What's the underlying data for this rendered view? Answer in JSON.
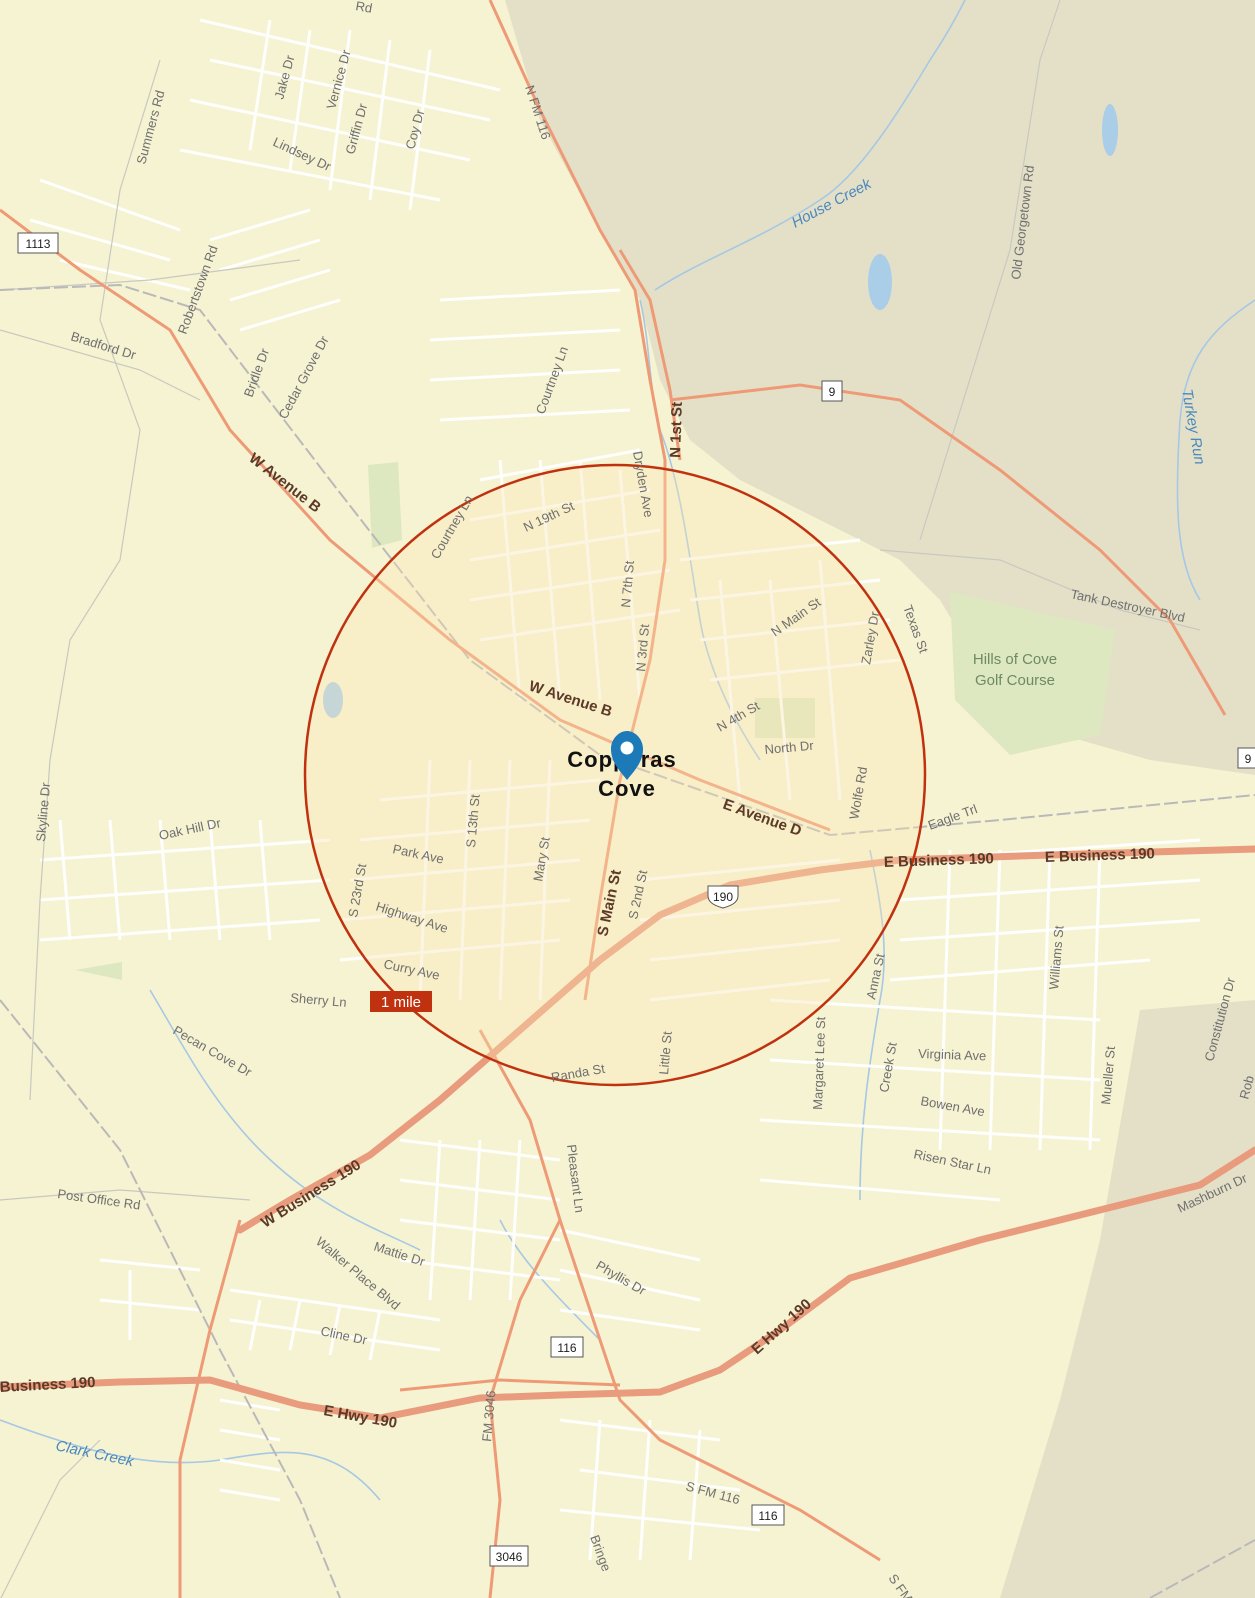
{
  "city": {
    "line1": "Copperas",
    "line2": "Cove"
  },
  "radius_label": "1 mile",
  "highways": [
    {
      "id": "h1",
      "text": "E Business 190"
    },
    {
      "id": "h2",
      "text": "E Business 190"
    },
    {
      "id": "h3",
      "text": "W Business 190"
    },
    {
      "id": "h4",
      "text": "E Hwy 190"
    },
    {
      "id": "h5",
      "text": "E Hwy 190"
    },
    {
      "id": "h6",
      "text": "Business 190"
    },
    {
      "id": "h7",
      "text": "W Avenue B"
    },
    {
      "id": "h8",
      "text": "W Avenue B"
    },
    {
      "id": "h9",
      "text": "E Avenue D"
    }
  ],
  "shields": [
    {
      "id": "s1",
      "text": "1113"
    },
    {
      "id": "s2",
      "text": "9"
    },
    {
      "id": "s3",
      "text": "9"
    },
    {
      "id": "s4",
      "text": "190"
    },
    {
      "id": "s5",
      "text": "116"
    },
    {
      "id": "s6",
      "text": "116"
    },
    {
      "id": "s7",
      "text": "3046"
    }
  ],
  "water": [
    {
      "id": "w1",
      "text": "House Creek"
    },
    {
      "id": "w2",
      "text": "Turkey Run"
    },
    {
      "id": "w3",
      "text": "Clark Creek"
    }
  ],
  "park": {
    "line1": "Hills of Cove",
    "line2": "Golf Course"
  },
  "streets": [
    {
      "id": "t1",
      "text": "Jake Dr"
    },
    {
      "id": "t2",
      "text": "Vernice Dr"
    },
    {
      "id": "t3",
      "text": "Griffin Dr"
    },
    {
      "id": "t4",
      "text": "Coy Dr"
    },
    {
      "id": "t5",
      "text": "Summers Rd"
    },
    {
      "id": "t6",
      "text": "Lindsey Dr"
    },
    {
      "id": "t7",
      "text": "N FM 116"
    },
    {
      "id": "t8",
      "text": "Robertstown Rd"
    },
    {
      "id": "t9",
      "text": "Bradford Dr"
    },
    {
      "id": "t10",
      "text": "Bridle Dr"
    },
    {
      "id": "t11",
      "text": "Cedar Grove Dr"
    },
    {
      "id": "t12",
      "text": "Courtney Ln"
    },
    {
      "id": "t13",
      "text": "Old Georgetown Rd"
    },
    {
      "id": "t14",
      "text": "N 1st St"
    },
    {
      "id": "t15",
      "text": "Dryden Ave"
    },
    {
      "id": "t16",
      "text": "N 19th St"
    },
    {
      "id": "t17",
      "text": "Courtney Ln"
    },
    {
      "id": "t18",
      "text": "N 7th St"
    },
    {
      "id": "t19",
      "text": "N 3rd St"
    },
    {
      "id": "t20",
      "text": "N Main St"
    },
    {
      "id": "t21",
      "text": "Zarley Dr"
    },
    {
      "id": "t22",
      "text": "Texas St"
    },
    {
      "id": "t23",
      "text": "Tank Destroyer Blvd"
    },
    {
      "id": "t24",
      "text": "N 4th St"
    },
    {
      "id": "t25",
      "text": "North Dr"
    },
    {
      "id": "t26",
      "text": "Wolfe Rd"
    },
    {
      "id": "t27",
      "text": "Eagle Trl"
    },
    {
      "id": "t28",
      "text": "Skyline Dr"
    },
    {
      "id": "t29",
      "text": "Oak Hill Dr"
    },
    {
      "id": "t30",
      "text": "S 13th St"
    },
    {
      "id": "t31",
      "text": "Park Ave"
    },
    {
      "id": "t32",
      "text": "S 23rd St"
    },
    {
      "id": "t33",
      "text": "Mary St"
    },
    {
      "id": "t34",
      "text": "S Main St"
    },
    {
      "id": "t35",
      "text": "S 2nd St"
    },
    {
      "id": "t36",
      "text": "Highway Ave"
    },
    {
      "id": "t37",
      "text": "Curry Ave"
    },
    {
      "id": "t38",
      "text": "Sherry Ln"
    },
    {
      "id": "t39",
      "text": "Pecan Cove Dr"
    },
    {
      "id": "t40",
      "text": "Randa St"
    },
    {
      "id": "t41",
      "text": "Little St"
    },
    {
      "id": "t42",
      "text": "Margaret Lee St"
    },
    {
      "id": "t43",
      "text": "Anna St"
    },
    {
      "id": "t44",
      "text": "Creek St"
    },
    {
      "id": "t45",
      "text": "Virginia Ave"
    },
    {
      "id": "t46",
      "text": "Bowen Ave"
    },
    {
      "id": "t47",
      "text": "Risen Star Ln"
    },
    {
      "id": "t48",
      "text": "Williams St"
    },
    {
      "id": "t49",
      "text": "Mueller St"
    },
    {
      "id": "t50",
      "text": "Constitution Dr"
    },
    {
      "id": "t51",
      "text": "Mashburn Dr"
    },
    {
      "id": "t52",
      "text": "Post Office Rd"
    },
    {
      "id": "t53",
      "text": "Mattie Dr"
    },
    {
      "id": "t54",
      "text": "Walker Place Blvd"
    },
    {
      "id": "t55",
      "text": "Pleasant Ln"
    },
    {
      "id": "t56",
      "text": "Phyllis Dr"
    },
    {
      "id": "t57",
      "text": "Cline Dr"
    },
    {
      "id": "t58",
      "text": "FM 3046"
    },
    {
      "id": "t59",
      "text": "S FM 116"
    },
    {
      "id": "t60",
      "text": "Bringe"
    },
    {
      "id": "t61",
      "text": "S FM"
    },
    {
      "id": "t62",
      "text": "Rd"
    },
    {
      "id": "t63",
      "text": "Rob"
    }
  ]
}
